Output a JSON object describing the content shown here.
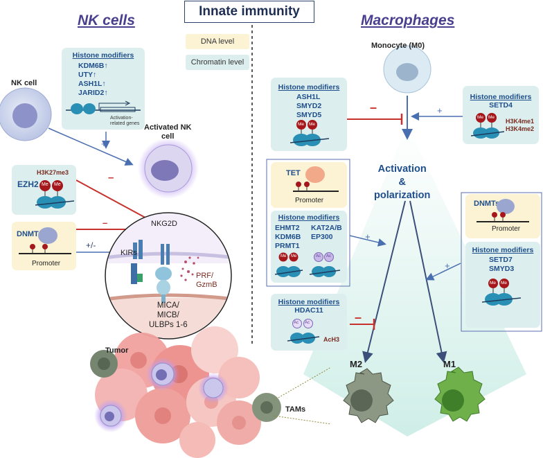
{
  "header": {
    "title": "Innate immunity"
  },
  "sections": {
    "left": "NK cells",
    "right": "Macrophages"
  },
  "legend": {
    "dna": "DNA level",
    "chromatin": "Chromatin level"
  },
  "colors": {
    "chromatin_box": "#dcefee",
    "dna_box": "#fbf3d4",
    "inhibit": "#c8302b",
    "activate": "#4a6fb0",
    "heading": "#4a3f8f"
  },
  "nk": {
    "nk_cell": "NK cell",
    "activated": "Activated NK\ncell",
    "top_box": {
      "title": "Histone modifiers",
      "items": [
        "KDM6B↑",
        "UTY↑",
        "ASH1L↑",
        "JARID2↑"
      ],
      "gene_label": "Activation-\nrelated genes",
      "sign": "+"
    },
    "ezh2_box": {
      "enzyme": "EZH2",
      "mark": "H3K27me3",
      "me": "Me",
      "sign": "–"
    },
    "dnmt_box": {
      "title": "DNMTs",
      "promoter": "Promoter",
      "sign_nkg2d": "–",
      "sign_kirs": "+/-"
    },
    "synapse": {
      "nkg2d": "NKG2D",
      "kirs": "KIRs",
      "prf": "PRF/\nGzmB",
      "mica": "MICA/\nMICB/\nULBPs 1-6"
    },
    "tumor": "Tumor"
  },
  "mac": {
    "monocyte": "Monocyte (M0)",
    "center": "Activation\n&\npolarization",
    "m2": "M2",
    "m1": "M1",
    "tams": "TAMs",
    "box_ash1l": {
      "title": "Histone modifiers",
      "items": [
        "ASH1L",
        "SMYD2",
        "SMYD5"
      ],
      "me": "Me",
      "sign": "–"
    },
    "box_setd4": {
      "title": "Histone modifiers",
      "items": [
        "SETD4"
      ],
      "marks": [
        "H3K4me1",
        "H3K4me2"
      ],
      "me": "Me",
      "sign": "+"
    },
    "box_tet": {
      "title": "TET",
      "promoter": "Promoter"
    },
    "box_ehmt": {
      "title": "Histone modifiers",
      "col1": [
        "EHMT2",
        "KDM6B",
        "PRMT1"
      ],
      "col2": [
        "KAT2A/B",
        "EP300"
      ],
      "me": "Me",
      "ac": "Ac",
      "sign": "+"
    },
    "box_hdac": {
      "title": "Histone modifiers",
      "items": [
        "HDAC11"
      ],
      "mark": "AcH3",
      "ac": "Ac",
      "sign": "–"
    },
    "box_dnmt": {
      "title": "DNMTs",
      "promoter": "Promoter"
    },
    "box_setd7": {
      "title": "Histone modifiers",
      "items": [
        "SETD7",
        "SMYD3"
      ],
      "me": "Me",
      "sign": "+"
    }
  }
}
